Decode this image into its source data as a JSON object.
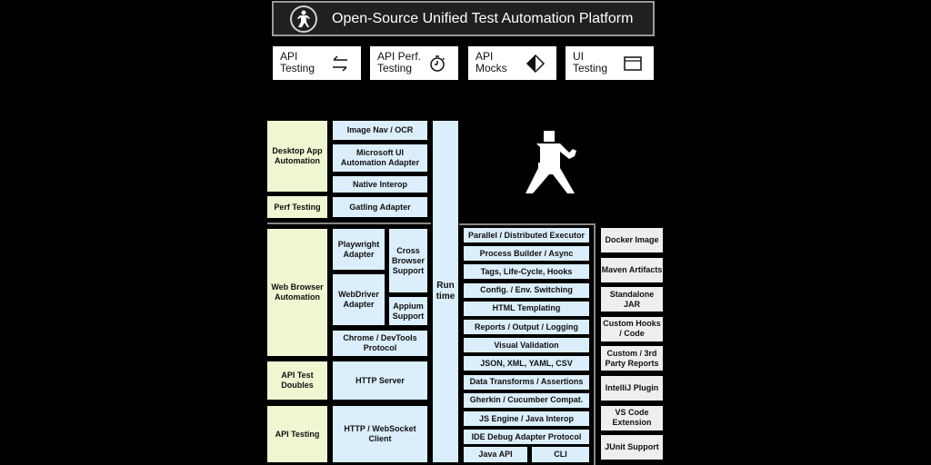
{
  "header": {
    "title": "Open-Source Unified Test Automation Platform",
    "logo_icon": "karate-fighter-icon"
  },
  "features": [
    {
      "label_line1": "API",
      "label_line2": "Testing",
      "icon": "bidirectional-arrows-icon"
    },
    {
      "label_line1": "API Perf.",
      "label_line2": "Testing",
      "icon": "stopwatch-icon"
    },
    {
      "label_line1": "API",
      "label_line2": "Mocks",
      "icon": "half-diamond-icon"
    },
    {
      "label_line1": "UI",
      "label_line2": "Testing",
      "icon": "browser-window-icon"
    }
  ],
  "categories": {
    "desktop": "Desktop App Automation",
    "perf": "Perf Testing",
    "web": "Web Browser Automation",
    "doubles": "API Test Doubles",
    "api": "API Testing"
  },
  "adapters": {
    "image_nav": "Image Nav /  OCR",
    "ms_ui": "Microsoft UI Automation Adapter",
    "native": "Native Interop",
    "gatling": "Gatling Adapter",
    "playwright": "Playwright Adapter",
    "cross_browser": "Cross Browser Support",
    "webdriver": "WebDriver Adapter",
    "appium": "Appium Support",
    "chrome": "Chrome / DevTools Protocol",
    "http_server": "HTTP Server",
    "http_client": "HTTP / WebSocket Client"
  },
  "runtime": {
    "line1": "Run",
    "line2": "time"
  },
  "core_features": [
    "Parallel / Distributed Executor",
    "Process Builder / Async",
    "Tags, Life-Cycle, Hooks",
    "Config. / Env. Switching",
    "HTML Templating",
    "Reports / Output / Logging",
    "Visual Validation",
    "JSON, XML, YAML, CSV",
    "Data Transforms / Assertions",
    "Gherkin / Cucumber Compat.",
    "JS Engine / Java Interop",
    "IDE Debug Adapter Protocol"
  ],
  "bottom": {
    "java_api": "Java API",
    "cli": "CLI"
  },
  "integrations": [
    "Docker Image",
    "Maven Artifacts",
    "Standalone JAR",
    "Custom Hooks / Code",
    "Custom / 3rd Party Reports",
    "IntelliJ Plugin",
    "VS Code Extension",
    "JUnit Support"
  ],
  "mascot_icon": "karate-fighter-icon"
}
